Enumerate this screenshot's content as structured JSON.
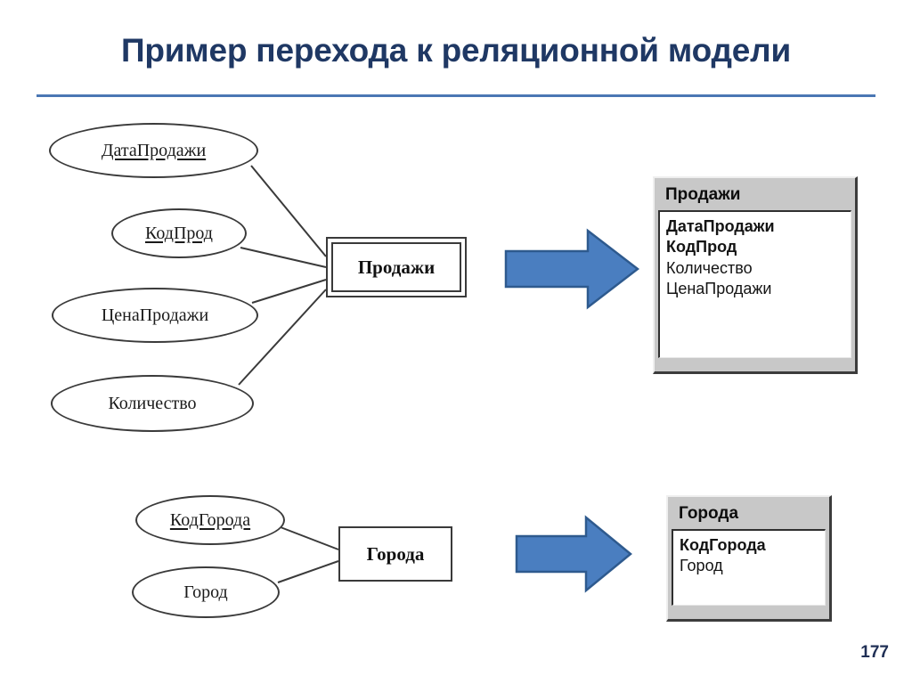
{
  "slide": {
    "title": "Пример перехода к реляционной модели",
    "page_number": "177",
    "accent_color": "#4a77b4",
    "title_color": "#1f3864",
    "arrow_fill": "#4a7ec0",
    "arrow_stroke": "#2e5a8e",
    "table_header_bg": "#c8c8c8"
  },
  "er_diagrams": [
    {
      "entity": "Продажи",
      "entity_style": "double",
      "attributes": [
        {
          "label": "ДатаПродажи",
          "key": true
        },
        {
          "label": "КодПрод",
          "key": true
        },
        {
          "label": "ЦенаПродажи",
          "key": false
        },
        {
          "label": "Количество",
          "key": false
        }
      ]
    },
    {
      "entity": "Города",
      "entity_style": "single",
      "attributes": [
        {
          "label": "КодГорода",
          "key": true
        },
        {
          "label": "Город",
          "key": false
        }
      ]
    }
  ],
  "relational_tables": [
    {
      "name": "Продажи",
      "fields": [
        {
          "label": "ДатаПродажи",
          "primary": true
        },
        {
          "label": "КодПрод",
          "primary": true
        },
        {
          "label": "Количество",
          "primary": false
        },
        {
          "label": "ЦенаПродажи",
          "primary": false
        }
      ]
    },
    {
      "name": "Города",
      "fields": [
        {
          "label": "КодГорода",
          "primary": true
        },
        {
          "label": "Город",
          "primary": false
        }
      ]
    }
  ],
  "arrows": [
    {
      "name": "transform-arrow-sales"
    },
    {
      "name": "transform-arrow-cities"
    }
  ]
}
